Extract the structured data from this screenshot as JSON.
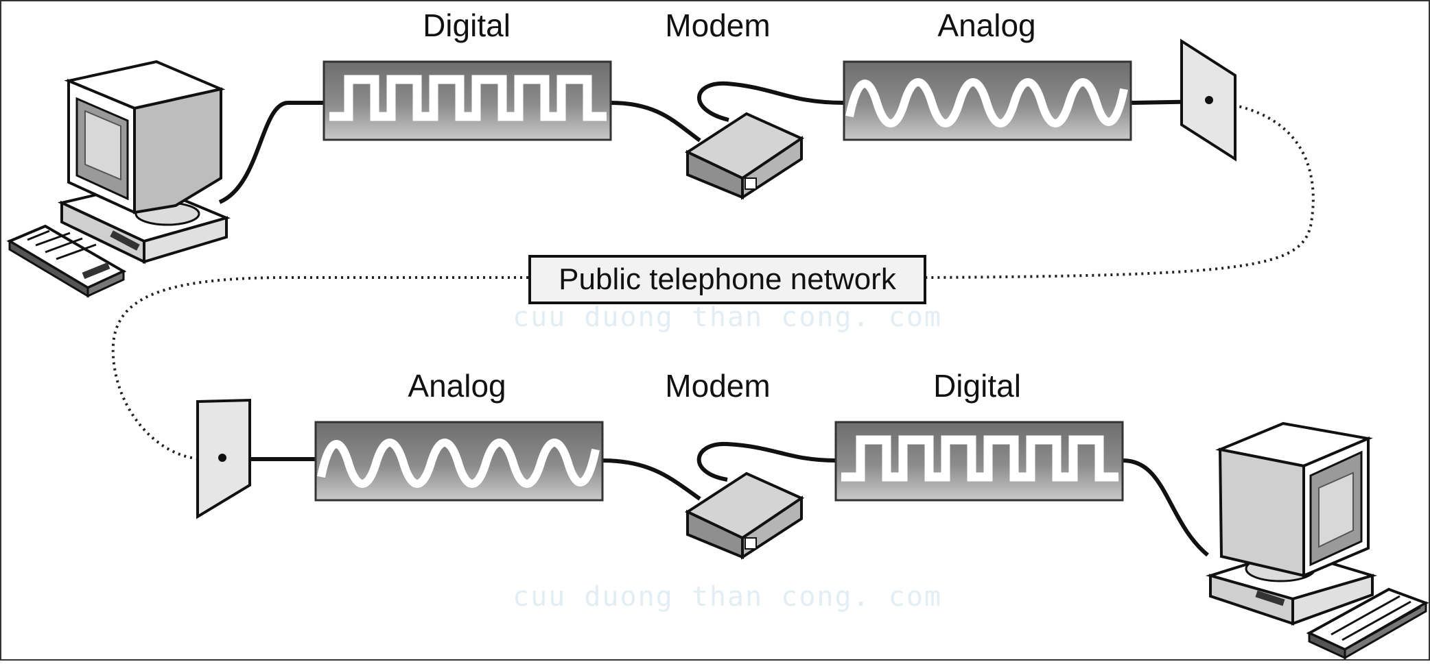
{
  "top_row": {
    "left_label": "Digital",
    "middle_label": "Modem",
    "right_label": "Analog"
  },
  "bottom_row": {
    "left_label": "Analog",
    "middle_label": "Modem",
    "right_label": "Digital"
  },
  "network_label": "Public telephone network",
  "watermark": "cuu duong than cong. com",
  "colors": {
    "line": "#111111",
    "signal_box": "#8a8a8a",
    "signal_wave": "#ffffff",
    "device_gray": "#9a9a9a",
    "wall_plate": "#e6e6e6",
    "watermark": "#e2edf4"
  },
  "icons": [
    "computer-icon",
    "modem-icon",
    "wall-jack-icon",
    "square-wave-icon",
    "sine-wave-icon"
  ]
}
